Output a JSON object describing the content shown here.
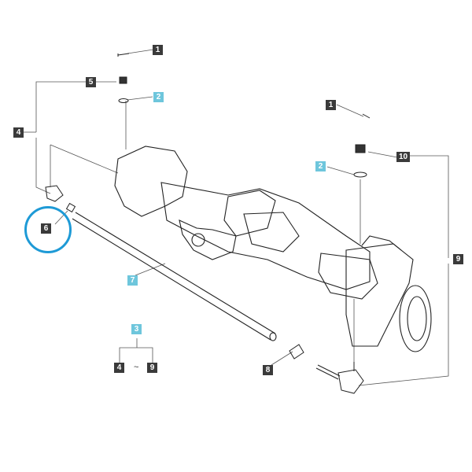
{
  "colors": {
    "highlight": "#1e9ad6",
    "callout_dark": "#3a3a3a",
    "callout_blue": "#6ec6dc"
  },
  "callouts": {
    "c1_top": "1",
    "c5": "5",
    "c2_left": "2",
    "c4": "4",
    "c1_right": "1",
    "c2_right": "2",
    "c10": "10",
    "c6": "6",
    "c7": "7",
    "c9_right": "9",
    "c3": "3",
    "c4_bottom": "4",
    "c9_bottom": "9",
    "c8": "8"
  },
  "range_separator": "~"
}
